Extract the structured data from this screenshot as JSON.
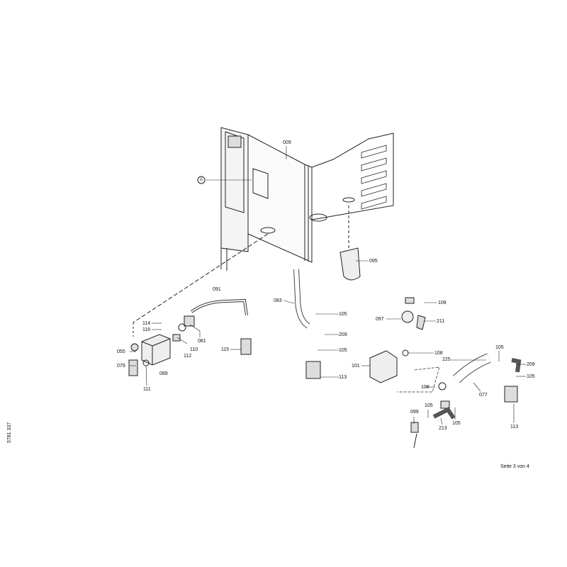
{
  "footer": {
    "page": "Seite 3 von 4",
    "doc_number": "5781 337"
  },
  "callout_A": "A",
  "labels": [
    "009",
    "095",
    "091",
    "083",
    "105",
    "209",
    "105",
    "113",
    "114",
    "116",
    "055",
    "079",
    "081",
    "110",
    "112",
    "089",
    "111",
    "115",
    "108",
    "097",
    "211",
    "108",
    "101",
    "225",
    "105",
    "209",
    "105",
    "077",
    "113",
    "108",
    "099",
    "105",
    "213",
    "105"
  ]
}
